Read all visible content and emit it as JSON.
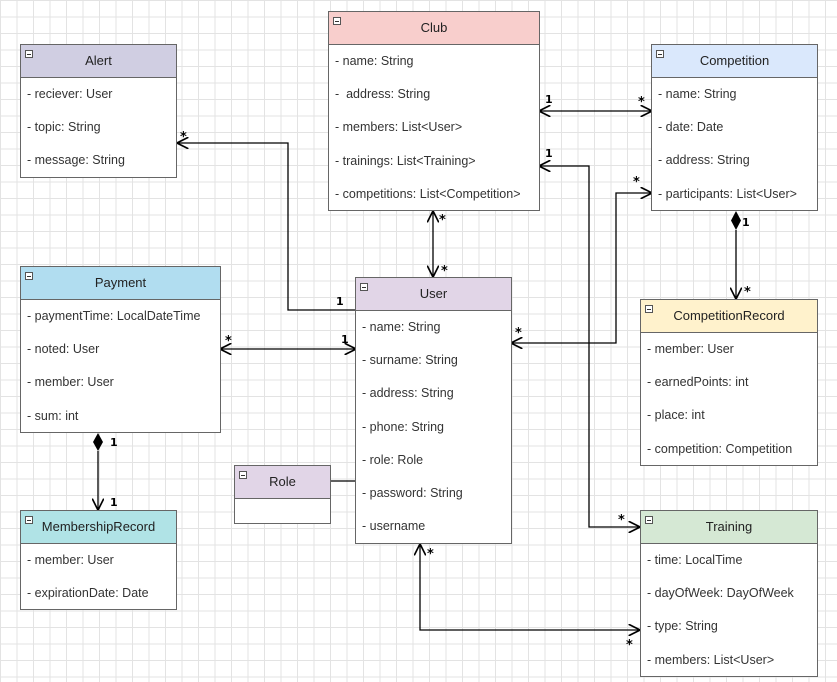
{
  "classes": {
    "alert": {
      "name": "Alert",
      "attributes": [
        "- reciever: User",
        "- topic: String",
        "- message: String"
      ],
      "color": "#d0cee2"
    },
    "club": {
      "name": "Club",
      "attributes": [
        "- name: String",
        "-  address: String",
        "- members: List<User>",
        "- trainings: List<Training>",
        "- competitions: List<Competition>"
      ],
      "color": "#f8cecc"
    },
    "competition": {
      "name": "Competition",
      "attributes": [
        "- name: String",
        "- date: Date",
        "- address: String",
        "- participants: List<User>"
      ],
      "color": "#dae8fc"
    },
    "payment": {
      "name": "Payment",
      "attributes": [
        "- paymentTime: LocalDateTime",
        "- noted: User",
        "- member: User",
        "- sum: int"
      ],
      "color": "#b1ddf0"
    },
    "user": {
      "name": "User",
      "attributes": [
        "- name: String",
        "- surname: String",
        "- address: String",
        "- phone: String",
        "- role: Role",
        "- password: String",
        "- username"
      ],
      "color": "#e1d5e7"
    },
    "competition_record": {
      "name": "CompetitionRecord",
      "attributes": [
        "- member: User",
        "- earnedPoints: int",
        "- place: int",
        "- competition: Competition"
      ],
      "color": "#fff2cc"
    },
    "role": {
      "name": "Role",
      "attributes": [],
      "color": "#e1d5e7"
    },
    "membership_record": {
      "name": "MembershipRecord",
      "attributes": [
        "- member: User",
        "- expirationDate: Date"
      ],
      "color": "#b0e3e6"
    },
    "training": {
      "name": "Training",
      "attributes": [
        "- time: LocalTime",
        "- dayOfWeek: DayOfWeek",
        "- type: String",
        "- members: List<User>"
      ],
      "color": "#d5e8d4"
    }
  },
  "multiplicities": {
    "alert_user_alert": "*",
    "alert_user_user": "1",
    "club_competition_club": "1",
    "club_competition_competition": "*",
    "club_training_club": "1",
    "club_training_training": "*",
    "club_user_club": "*",
    "club_user_user": "*",
    "user_competition_competition": "*",
    "user_competition_user": "*",
    "payment_user_payment": "*",
    "payment_user_user": "1",
    "competition_record_competition": "1",
    "competition_record_record": "*",
    "payment_membership_payment": "1",
    "payment_membership_record": "1",
    "user_training_user": "*",
    "user_training_training": "*"
  }
}
